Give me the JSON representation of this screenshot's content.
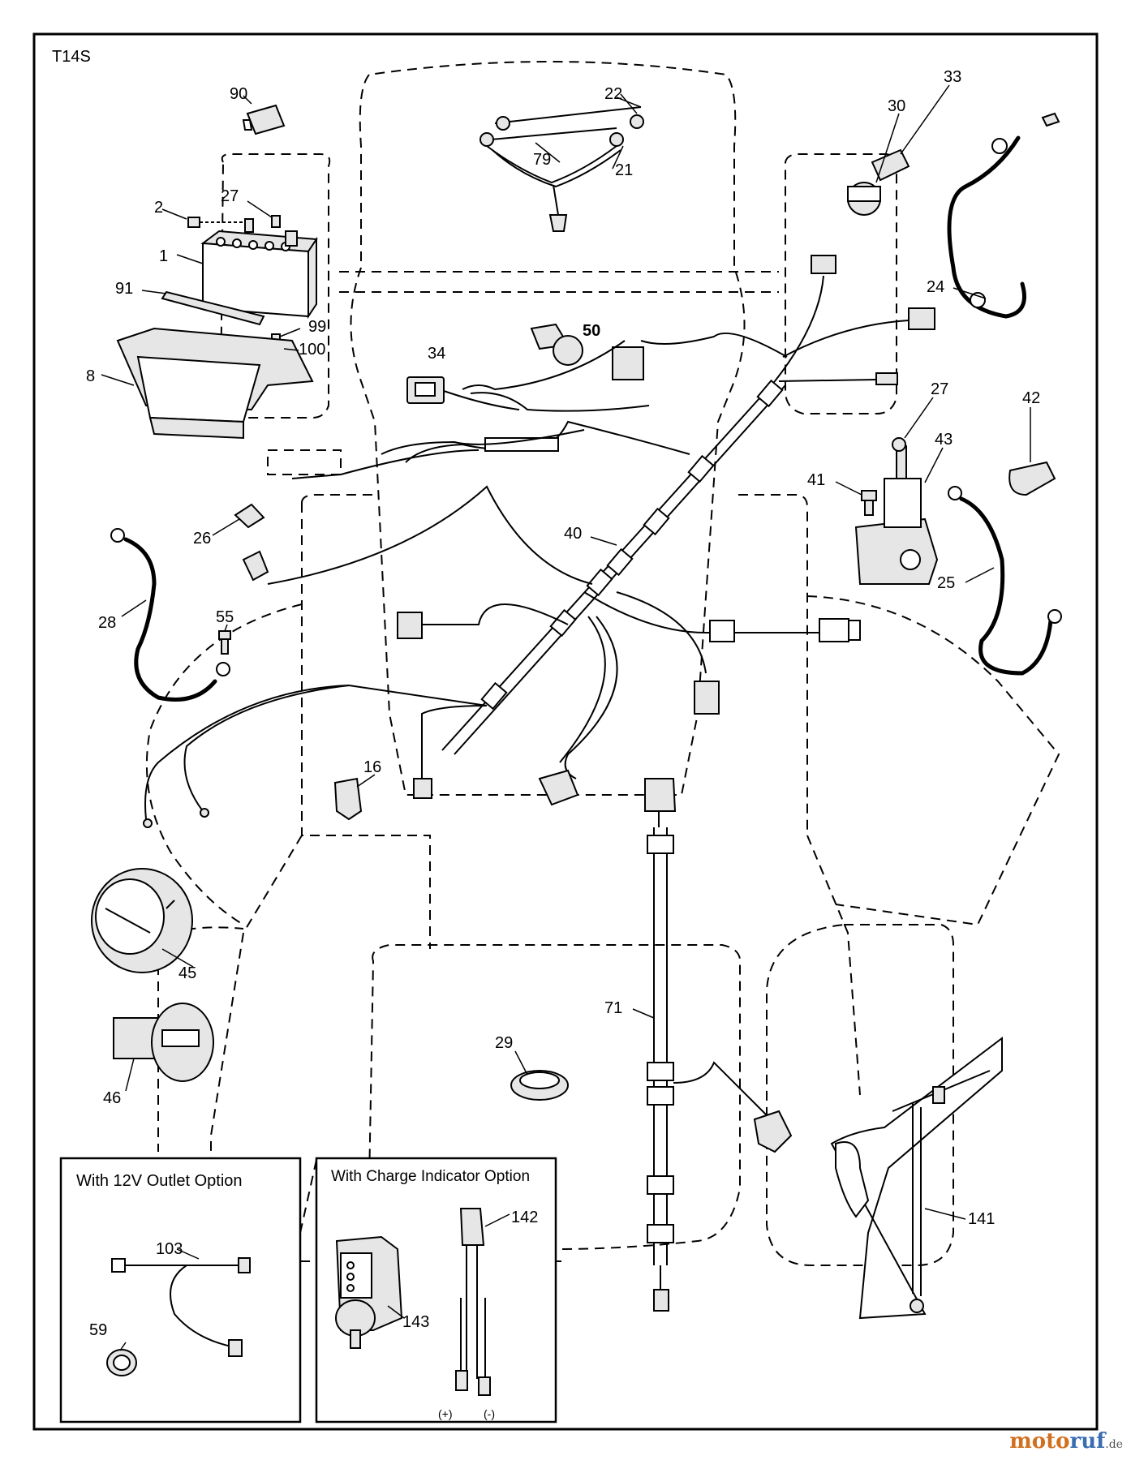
{
  "diagram": {
    "title": "T14S",
    "callouts": [
      "90",
      "2",
      "27",
      "1",
      "91",
      "99",
      "100",
      "8",
      "22",
      "79",
      "21",
      "50",
      "34",
      "30",
      "33",
      "24",
      "27",
      "42",
      "43",
      "41",
      "25",
      "26",
      "28",
      "55",
      "40",
      "16",
      "45",
      "46",
      "71",
      "29",
      "141"
    ],
    "inset_12v": {
      "title": "With 12V Outlet Option",
      "callouts": [
        "103",
        "59"
      ]
    },
    "inset_charge": {
      "title": "With Charge Indicator Option",
      "callouts": [
        "142",
        "143"
      ],
      "plus_label": "(+)",
      "minus_label": "(-)"
    }
  },
  "watermark": {
    "name_part1": "moto",
    "name_part2": "ruf",
    "suffix": ".de",
    "color1": "#d07020",
    "color2": "#3a6db0"
  }
}
